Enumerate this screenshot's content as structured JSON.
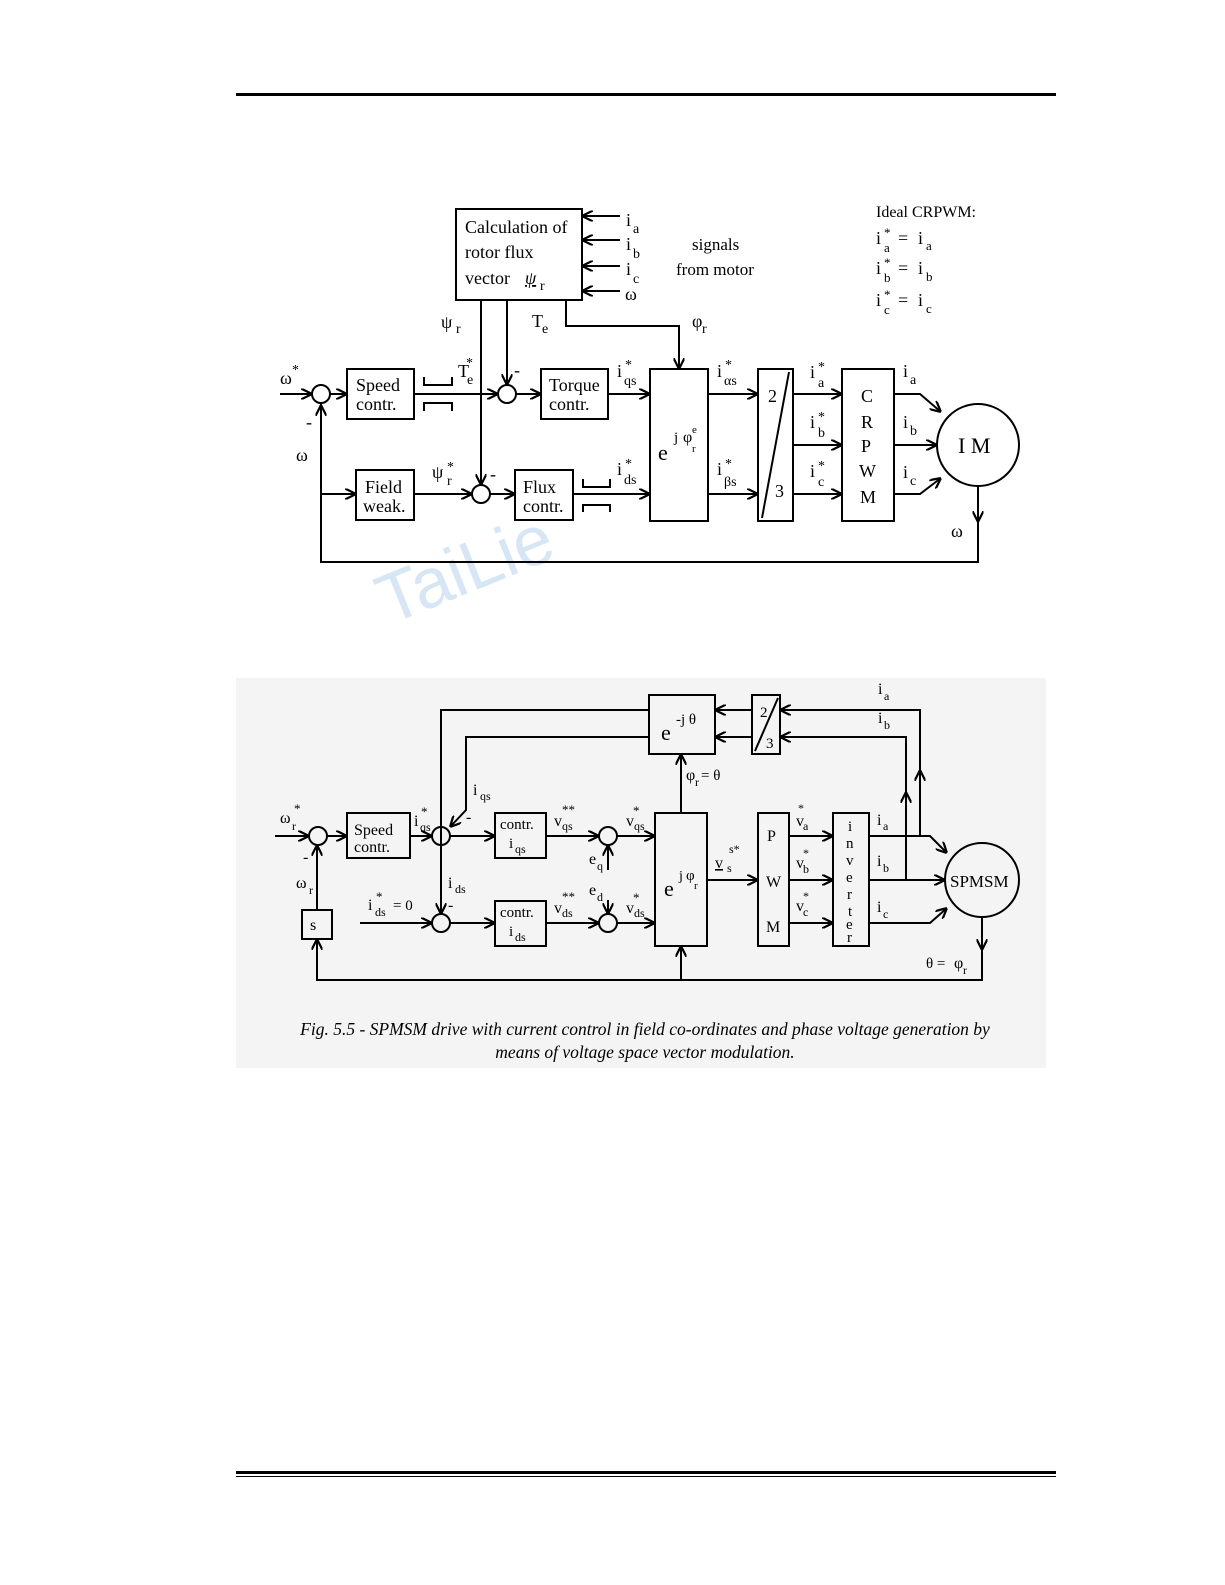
{
  "watermark": "TaiLie",
  "fig1": {
    "flux_calc_block": [
      "Calculation of",
      "rotor flux",
      "vector"
    ],
    "flux_calc_psi": "ψ",
    "flux_calc_psi_sub": "r",
    "inputs": [
      {
        "main": "i",
        "sub": "a"
      },
      {
        "main": "i",
        "sub": "b"
      },
      {
        "main": "i",
        "sub": "c"
      },
      {
        "main": "ω",
        "sub": ""
      }
    ],
    "signals_note": [
      "signals",
      "from motor"
    ],
    "ideal_title": "Ideal CRPWM:",
    "ideal_eqs": [
      "a",
      "b",
      "c"
    ],
    "speed_block": [
      "Speed",
      "contr."
    ],
    "field_block": [
      "Field",
      "weak."
    ],
    "torque_block": [
      "Torque",
      "contr."
    ],
    "flux_block": [
      "Flux",
      "contr."
    ],
    "transform_e": "e",
    "transform_j": "j",
    "transform_phi": "φ",
    "transform_r": "r",
    "transform_sup_e": "e",
    "conv_2": "2",
    "conv_3": "3",
    "crpwm_letters": [
      "C",
      "R",
      "P",
      "W",
      "M"
    ],
    "motor": "I M",
    "omega": "ω",
    "star": "*",
    "minus": "-",
    "psi": "ψ",
    "T": "T",
    "phi": "φ",
    "i": "i",
    "sub_r": "r",
    "sub_e": "e",
    "sub_qs": "qs",
    "sub_ds": "ds",
    "sub_alpha": "αs",
    "sub_beta": "βs",
    "sub_a": "a",
    "sub_b": "b",
    "sub_c": "c"
  },
  "fig2": {
    "speed_block": [
      "Speed",
      "contr."
    ],
    "contr_top": [
      "contr."
    ],
    "contr_sub_qs": "qs",
    "contr_sub_ds": "ds",
    "rot_block_e": "e",
    "rot_block_exp": "-j θ",
    "fwd_exp_j": "j",
    "fwd_exp_phi": "φ",
    "fwd_exp_r": "r",
    "conv_2": "2",
    "conv_3": "3",
    "pwm_letters": [
      "P",
      "W",
      "M"
    ],
    "inverter_letters": [
      "i",
      "n",
      "v",
      "e",
      "r",
      "t",
      "e",
      "r"
    ],
    "s_block": "s",
    "motor": "SPMSM",
    "theta_eq": "θ =",
    "phi_eq": "= θ",
    "ids_zero": "= 0",
    "v": "v",
    "e": "e",
    "i": "i",
    "omega": "ω",
    "phi": "φ",
    "star": "*",
    "dstar": "**",
    "sstar": "s*",
    "minus": "-",
    "sub_r": "r",
    "sub_qs": "qs",
    "sub_ds": "ds",
    "sub_q": "q",
    "sub_d": "d",
    "sub_s": "s",
    "sub_a": "a",
    "sub_b": "b",
    "sub_c": "c"
  },
  "caption": {
    "line1": "Fig. 5.5 - SPMSM drive with current control in field co-ordinates and phase voltage generation by",
    "line2": "means of voltage space vector modulation."
  }
}
